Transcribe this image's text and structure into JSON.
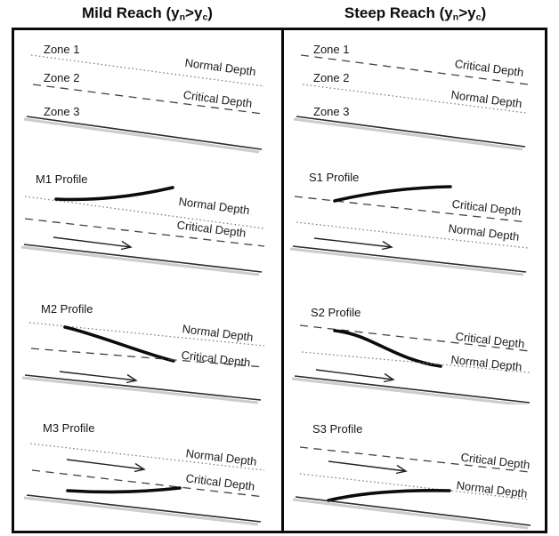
{
  "titles": {
    "mild": {
      "pre": "Mild Reach (y",
      "sub_n": "n",
      "mid": ">y",
      "sub_c": "c",
      "post": ")"
    },
    "steep": {
      "pre": "Steep Reach (y",
      "sub_n": "n",
      "mid": ">y",
      "sub_c": "c",
      "post": ")"
    }
  },
  "labels": {
    "normal_depth": "Normal Depth",
    "critical_depth": "Critical Depth"
  },
  "mild_column": {
    "zones": {
      "zone1": "Zone 1",
      "zone2": "Zone 2",
      "zone3": "Zone 3"
    },
    "profiles": {
      "m1": "M1 Profile",
      "m2": "M2 Profile",
      "m3": "M3 Profile"
    }
  },
  "steep_column": {
    "zones": {
      "zone1": "Zone 1",
      "zone2": "Zone 2",
      "zone3": "Zone 3"
    },
    "profiles": {
      "s1": "S1 Profile",
      "s2": "S2 Profile",
      "s3": "S3 Profile"
    }
  },
  "line_semantics": {
    "normal_depth_line": "dotted",
    "critical_depth_line": "dashed",
    "channel_bed_line": "solid with gray shadow",
    "profile_curve": "thick solid",
    "flow_arrow": "thin right arrow"
  },
  "colors": {
    "ink": "#0d0d0d",
    "dashed_line": "#424242",
    "dotted_line": "#7d7d7d",
    "bed_shadow": "#c3c3c3",
    "background": "#ffffff"
  }
}
